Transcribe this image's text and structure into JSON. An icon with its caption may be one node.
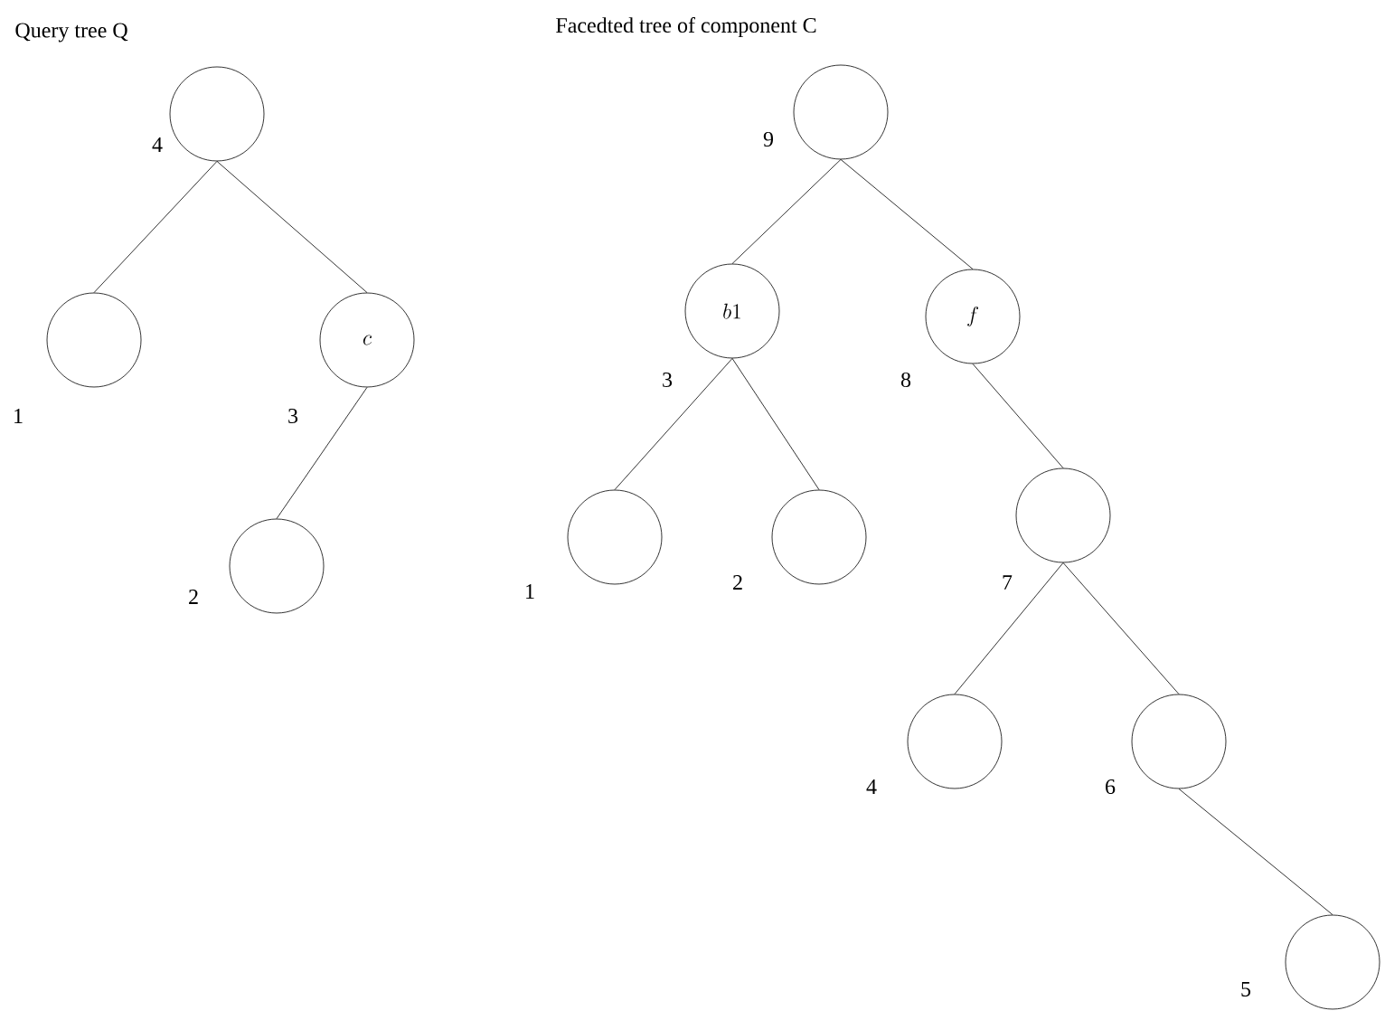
{
  "diagram": {
    "nodes": [
      {
        "text": [],
        "shape": "circle",
        "beside": [
          "4"
        ]
      },
      {
        "text": [],
        "shape": "circle",
        "beside": [
          "1"
        ]
      },
      {
        "text": [
          "c"
        ],
        "beside": [
          "3"
        ]
      },
      {
        "text": [],
        "shape": "circle",
        "beside": [
          "2"
        ]
      },
      {
        "text": [],
        "shape": "circle",
        "beside": [
          "9"
        ]
      },
      {
        "text": [
          "b1"
        ],
        "beside": [
          "3"
        ]
      },
      {
        "text": [
          "f"
        ],
        "beside": [
          "8"
        ]
      },
      {
        "text": [],
        "shape": "circle",
        "beside": [
          "1"
        ]
      },
      {
        "text": [],
        "shape": "circle",
        "beside": [
          "2"
        ]
      },
      {
        "text": [],
        "shape": "circle",
        "beside": [
          "7"
        ]
      },
      {
        "text": [],
        "shape": "circle",
        "beside": [
          "4"
        ]
      },
      {
        "text": [],
        "shape": "circle",
        "beside": [
          "6"
        ]
      },
      {
        "text": [],
        "shape": "circle",
        "beside": [
          "5"
        ]
      }
    ],
    "edges": [
      {
        "from": 0,
        "to": 1,
        "arrow": "none"
      },
      {
        "from": 0,
        "to": 2,
        "arrow": "none"
      },
      {
        "from": 2,
        "to": 3,
        "arrow": "none"
      },
      {
        "from": 4,
        "to": 5,
        "arrow": "none"
      },
      {
        "from": 4,
        "to": 6,
        "arrow": "none"
      },
      {
        "from": 5,
        "to": 7,
        "arrow": "none"
      },
      {
        "from": 5,
        "to": 8,
        "arrow": "none"
      },
      {
        "from": 6,
        "to": 9,
        "arrow": "none"
      },
      {
        "from": 9,
        "to": 10,
        "arrow": "none"
      },
      {
        "from": 9,
        "to": 11,
        "arrow": "none"
      },
      {
        "from": 11,
        "to": 12,
        "arrow": "none"
      }
    ],
    "labels": [
      "Query tree  Q",
      "Facedted tree of component  C"
    ]
  }
}
